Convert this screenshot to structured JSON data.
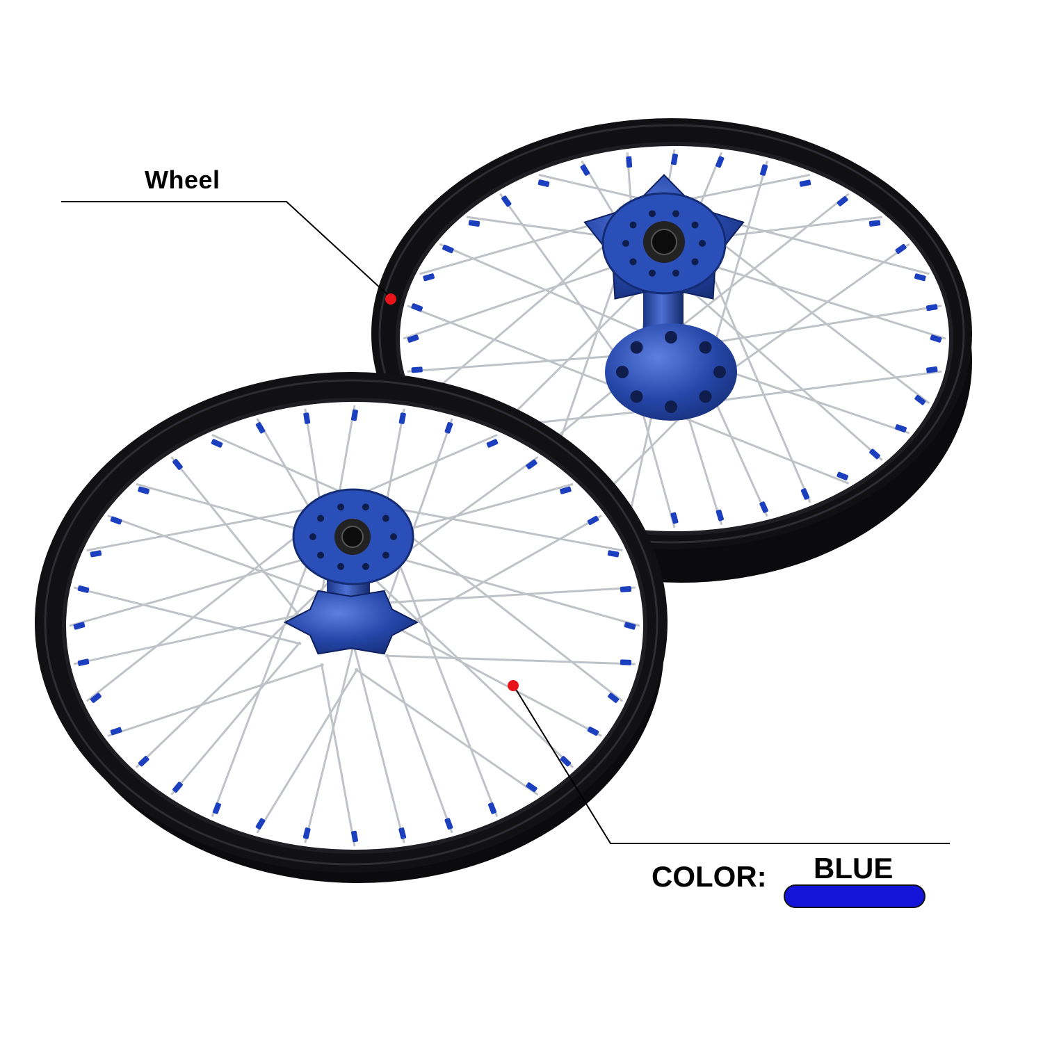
{
  "callouts": {
    "wheel_label": "Wheel",
    "color_label": "COLOR:",
    "color_value": "BLUE"
  },
  "colors": {
    "rim": "#0d0d0f",
    "rim_highlight": "#3a3a40",
    "hub_blue": "#1f3f9e",
    "hub_blue_light": "#4a6ed0",
    "nipple_blue": "#1b3fbf",
    "spoke": "#bfc2c7",
    "bearing": "#1a1a1a",
    "marker_red": "#e8141a",
    "swatch_blue": "#1414d8",
    "leader_line": "#000000"
  },
  "product": {
    "items": [
      "rear-wheel",
      "front-wheel"
    ]
  }
}
